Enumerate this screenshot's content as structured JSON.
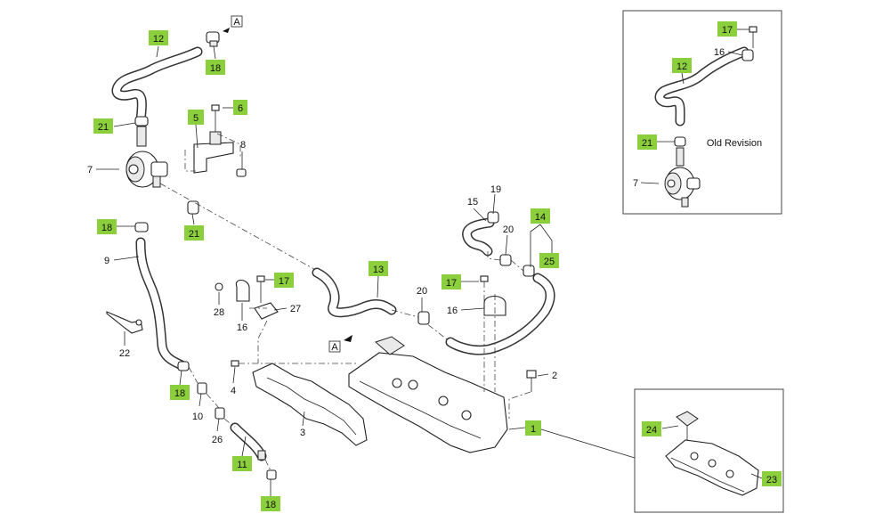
{
  "callouts": {
    "c12": "12",
    "c18a": "18",
    "c21a": "21",
    "c5": "5",
    "c6": "6",
    "c8": "8",
    "c7": "7",
    "c21b": "21",
    "c18b": "18",
    "c9": "9",
    "c22": "22",
    "c28": "28",
    "c16a": "16",
    "c17a": "17",
    "c27": "27",
    "c13": "13",
    "c18c": "18",
    "c4": "4",
    "c10": "10",
    "c26": "26",
    "c11": "11",
    "c18d": "18",
    "c3": "3",
    "c20a": "20",
    "c17b": "17",
    "c16b": "16",
    "c15": "15",
    "c19": "19",
    "c20b": "20",
    "c14": "14",
    "c25": "25",
    "c2": "2",
    "c1": "1",
    "c24": "24",
    "c23": "23"
  },
  "ref_marker": "A",
  "inset_top": {
    "c17": "17",
    "c16": "16",
    "c12": "12",
    "c21": "21",
    "c7": "7",
    "note": "Old Revision"
  },
  "colors": {
    "highlight": "#8ccf3d",
    "line": "#222222"
  }
}
